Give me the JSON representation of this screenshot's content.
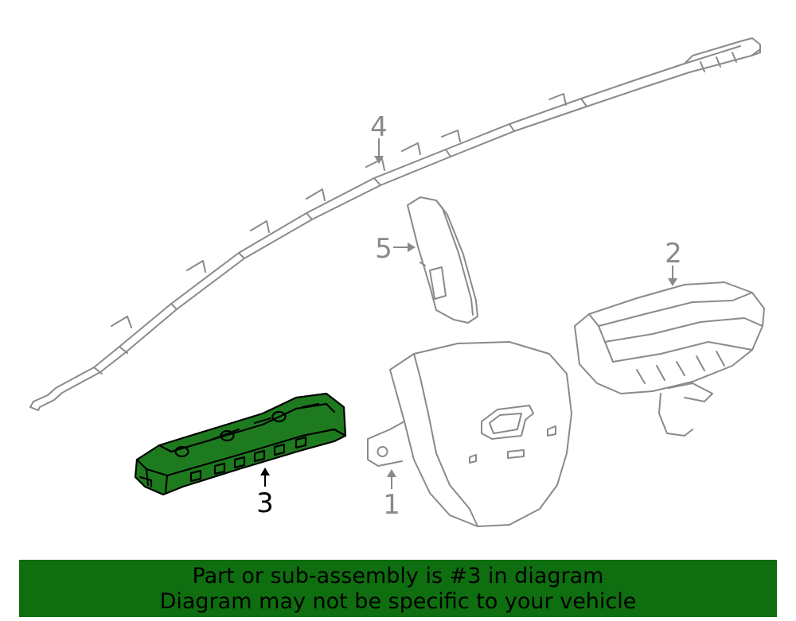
{
  "colors": {
    "highlight_fill": "#1e7a1e",
    "outline_gray": "#8a8a8a",
    "banner_background": "#0f6e0f",
    "banner_text": "#000000"
  },
  "callouts": {
    "c1": "1",
    "c2": "2",
    "c3": "3",
    "c4": "4",
    "c5": "5"
  },
  "parts": {
    "highlighted_callout": "3"
  },
  "banner": {
    "line1": "Part or sub-assembly is #3 in diagram",
    "line2": "Diagram may not be specific to your vehicle"
  }
}
